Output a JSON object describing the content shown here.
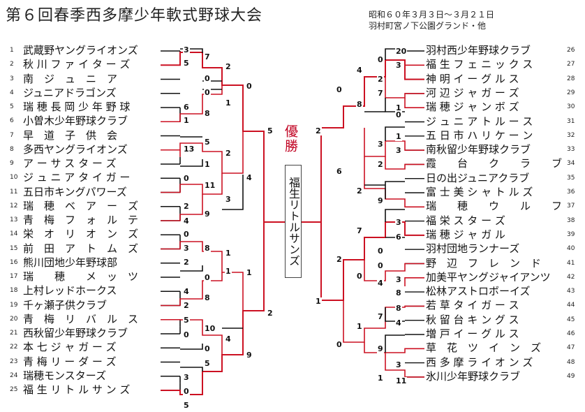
{
  "title": "第６回春季西多摩少年軟式野球大会",
  "meta": {
    "date": "昭和６０年３月３日～３月２１日",
    "venue": "羽村町宮ノ下公園グランド・他"
  },
  "champion": {
    "label": "優勝",
    "team": "福生リトルサンズ"
  },
  "left_teams": [
    {
      "n": "1",
      "name": "武蔵野ヤングライオンズ"
    },
    {
      "n": "2",
      "name": "秋 川 フ ァ イ タ ー ズ"
    },
    {
      "n": "3",
      "name": "南　ジ　ュ　ニ　ア"
    },
    {
      "n": "4",
      "name": "ジュニアドラゴンズ"
    },
    {
      "n": "5",
      "name": "瑞 穂 長 岡 少 年 野 球"
    },
    {
      "n": "6",
      "name": "小曽木少年野球クラブ"
    },
    {
      "n": "7",
      "name": "早　道　子　供　会"
    },
    {
      "n": "8",
      "name": "多西ヤングライオンズ"
    },
    {
      "n": "9",
      "name": "ア ー サ ス タ ー ズ"
    },
    {
      "n": "10",
      "name": "ジ ュ ニ ア タ イ ガ ー"
    },
    {
      "n": "11",
      "name": "五日市キングパワーズ"
    },
    {
      "n": "12",
      "name": "瑞　穂　ベ　ア　ー　ズ"
    },
    {
      "n": "13",
      "name": "青　梅　フ　ォ　ル　テ"
    },
    {
      "n": "14",
      "name": "栄　オ　リ　オ　ン　ズ"
    },
    {
      "n": "15",
      "name": "前　田　ア　ト　ム　ズ"
    },
    {
      "n": "16",
      "name": "熊川団地少年野球部"
    },
    {
      "n": "17",
      "name": "瑞　　穂　　メ　ッ　ツ"
    },
    {
      "n": "18",
      "name": "上村レッドホークス"
    },
    {
      "n": "19",
      "name": "千ヶ瀬子供クラブ"
    },
    {
      "n": "20",
      "name": "青　梅　リ　バ　ル　ス"
    },
    {
      "n": "21",
      "name": "西秋留少年野球クラブ"
    },
    {
      "n": "22",
      "name": "本 七 ジ ャ ガ ー ズ"
    },
    {
      "n": "23",
      "name": "青 梅 リ ー ダ ー ズ"
    },
    {
      "n": "24",
      "name": "瑞穂モンスターズ"
    },
    {
      "n": "25",
      "name": "福 生 リ ト ル サ ン ズ"
    }
  ],
  "right_teams": [
    {
      "n": "26",
      "name": "羽村西少年野球クラブ"
    },
    {
      "n": "27",
      "name": "福 生 フ ェ ニ ッ ク ス"
    },
    {
      "n": "28",
      "name": "神 明 イ ー グ ル ス"
    },
    {
      "n": "29",
      "name": "河 辺 ジ ャ ガ ー ズ"
    },
    {
      "n": "30",
      "name": "瑞 穂 ジ ャ ン ボ ズ"
    },
    {
      "n": "31",
      "name": "ジ ュ ニ ア ト ル ー ス"
    },
    {
      "n": "32",
      "name": "五 日 市 ハ リ ケ ー ン"
    },
    {
      "n": "33",
      "name": "南秋留少年野球クラブ"
    },
    {
      "n": "34",
      "name": "霞　　台　　ク　　ラ　　ブ"
    },
    {
      "n": "35",
      "name": "日の出ジュニアクラブ"
    },
    {
      "n": "36",
      "name": "富 士 美 シ ャ ト ル ズ"
    },
    {
      "n": "37",
      "name": "瑞　　穂　　ウ　　ル　　フ"
    },
    {
      "n": "38",
      "name": "福 栄 ス タ ー ズ"
    },
    {
      "n": "39",
      "name": "瑞 穂 ジ ャ ガ ル"
    },
    {
      "n": "40",
      "name": "羽村団地ランナーズ"
    },
    {
      "n": "41",
      "name": "野　辺　フ　レ　ン　ド"
    },
    {
      "n": "42",
      "name": "加美平ヤングジャイアンツ"
    },
    {
      "n": "43",
      "name": "松林アストロボーイズ"
    },
    {
      "n": "44",
      "name": "若 草 タ イ ガ ー ス"
    },
    {
      "n": "45",
      "name": "秋 留 台 キ ン グ ス"
    },
    {
      "n": "46",
      "name": "増 戸 イ ー グ ル ス"
    },
    {
      "n": "47",
      "name": "草　花　ツ　イ　ン　ズ"
    },
    {
      "n": "48",
      "name": "西 多 摩 ラ イ オ ン ズ"
    },
    {
      "n": "49",
      "name": "氷川少年野球クラブ"
    }
  ],
  "scores": [
    "3",
    "5",
    "7",
    "2",
    "0",
    "0",
    "1",
    "8",
    "6",
    "1",
    "0",
    "5",
    "13",
    "2",
    "1",
    "0",
    "11",
    "3",
    "2",
    "4",
    "9",
    "0",
    "3",
    "4",
    "5",
    "8",
    "2",
    "1",
    "0",
    "8",
    "1",
    "4",
    "2",
    "5",
    "10",
    "0",
    "4",
    "9",
    "0",
    "5",
    "3",
    "2",
    "0",
    "5",
    "1",
    "20",
    "3",
    "0",
    "4",
    "2",
    "7",
    "1",
    "8",
    "0",
    "0",
    "2",
    "6",
    "1",
    "3",
    "3",
    "2",
    "2",
    "9",
    "7",
    "3",
    "6",
    "0",
    "2",
    "0",
    "4",
    "3",
    "8",
    "0",
    "1",
    "7",
    "8",
    "4",
    "1",
    "9",
    "3",
    "1",
    "11",
    "0"
  ],
  "colors": {
    "winner_line": "#cc1122",
    "loser_line": "#111111"
  }
}
